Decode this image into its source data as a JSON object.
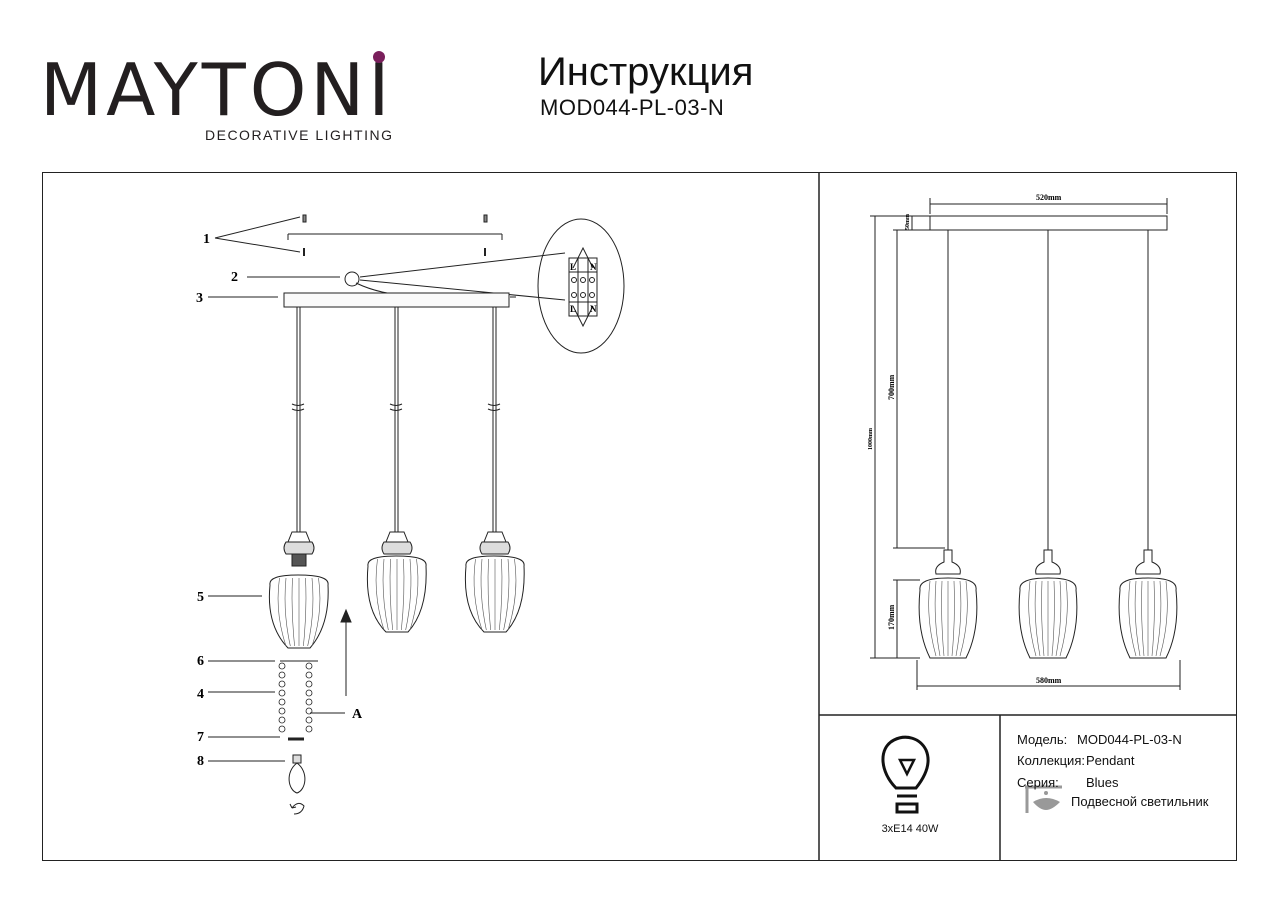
{
  "brand": {
    "logo_text": "MAYTONI",
    "tagline": "DECORATIVE LIGHTING",
    "accent_color": "#7a1f5c"
  },
  "header": {
    "title": "Инструкция",
    "model": "MOD044-PL-03-N"
  },
  "assembly": {
    "part_labels": [
      "1",
      "2",
      "3",
      "4",
      "5",
      "6",
      "7",
      "8"
    ],
    "arrow_label": "A",
    "wiring_labels": {
      "live": "L",
      "neutral": "N"
    }
  },
  "dimensions": {
    "canopy_width": "520mm",
    "canopy_height": "50mm",
    "cable_length": "700mm",
    "total_height": "1000mm",
    "shade_height": "170mm",
    "overall_width": "580mm"
  },
  "bulb": {
    "spec": "3xE14 40W",
    "icon": "lightbulb-icon"
  },
  "specs": {
    "model_label": "Модель:",
    "model_value": "MOD044-PL-03-N",
    "collection_label": "Коллекция:",
    "collection_value": "Pendant",
    "series_label": "Серия:",
    "series_value": "Blues",
    "type_value": "Подвесной светильник",
    "type_icon": "pendant-lamp-icon"
  }
}
